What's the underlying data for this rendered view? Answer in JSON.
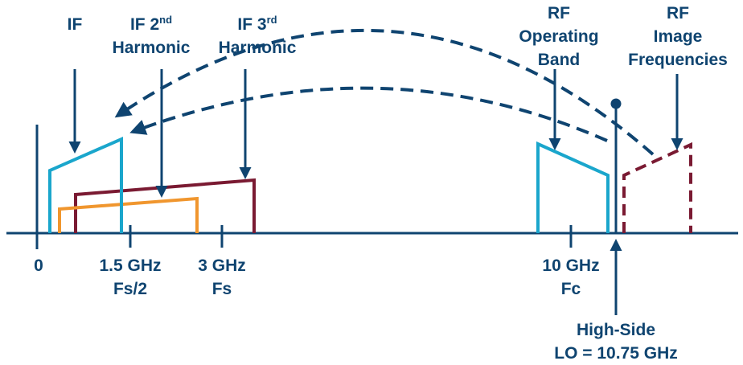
{
  "labels": {
    "if": "IF",
    "if2_prefix": "IF 2",
    "if2_sup": "nd",
    "if2_line2": "Harmonic",
    "if3_prefix": "IF 3",
    "if3_sup": "rd",
    "if3_line2": "Harmonic",
    "rf_band_1": "RF",
    "rf_band_2": "Operating",
    "rf_band_3": "Band",
    "rf_image_1": "RF",
    "rf_image_2": "Image",
    "rf_image_3": "Frequencies",
    "tick_0": "0",
    "tick_15": "1.5 GHz",
    "tick_15_sub": "Fs/2",
    "tick_3": "3 GHz",
    "tick_3_sub": "Fs",
    "tick_10": "10 GHz",
    "tick_10_sub": "Fc",
    "lo_1": "High-Side",
    "lo_2": "LO = 10.75 GHz"
  },
  "colors": {
    "axis": "#0f4470",
    "if_band": "#1aa6cc",
    "if2": "#7a1a32",
    "if3": "#f0962e",
    "image": "#7a1a32",
    "text": "#0f4470"
  }
}
